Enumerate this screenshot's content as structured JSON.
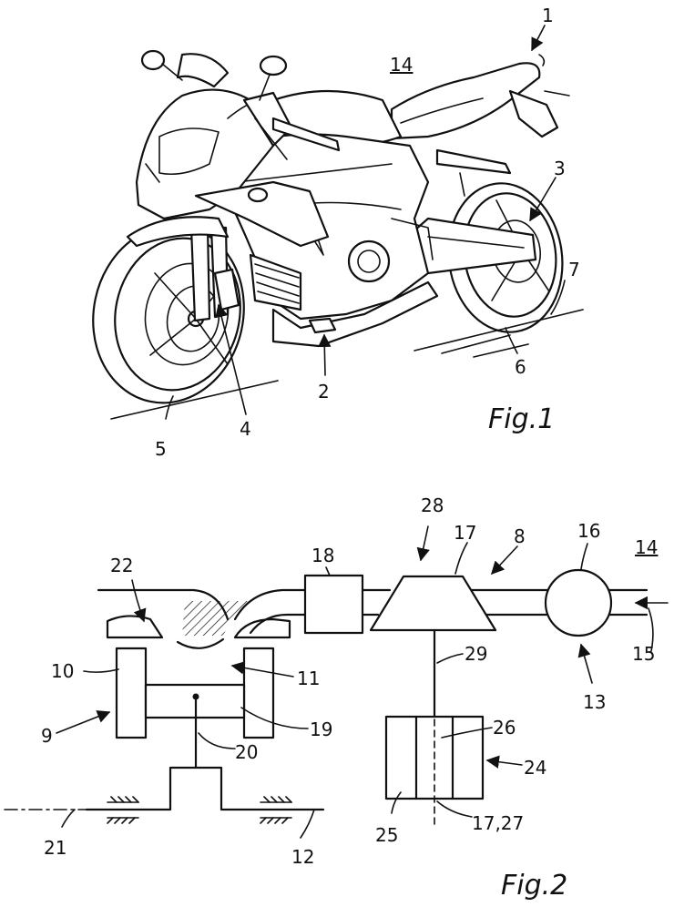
{
  "figure1": {
    "caption": "Fig.1",
    "labels": {
      "l1": "1",
      "l2": "2",
      "l3": "3",
      "l4": "4",
      "l5": "5",
      "l6": "6",
      "l7": "7",
      "l14": "14"
    }
  },
  "figure2": {
    "caption": "Fig.2",
    "labels": {
      "l8": "8",
      "l9": "9",
      "l10": "10",
      "l11": "11",
      "l12": "12",
      "l13": "13",
      "l14": "14",
      "l15": "15",
      "l16": "16",
      "l17": "17",
      "l18": "18",
      "l19": "19",
      "l20": "20",
      "l21": "21",
      "l22": "22",
      "l24": "24",
      "l25": "25",
      "l26": "26",
      "l1727": "17,27",
      "l28": "28",
      "l29": "29"
    }
  }
}
